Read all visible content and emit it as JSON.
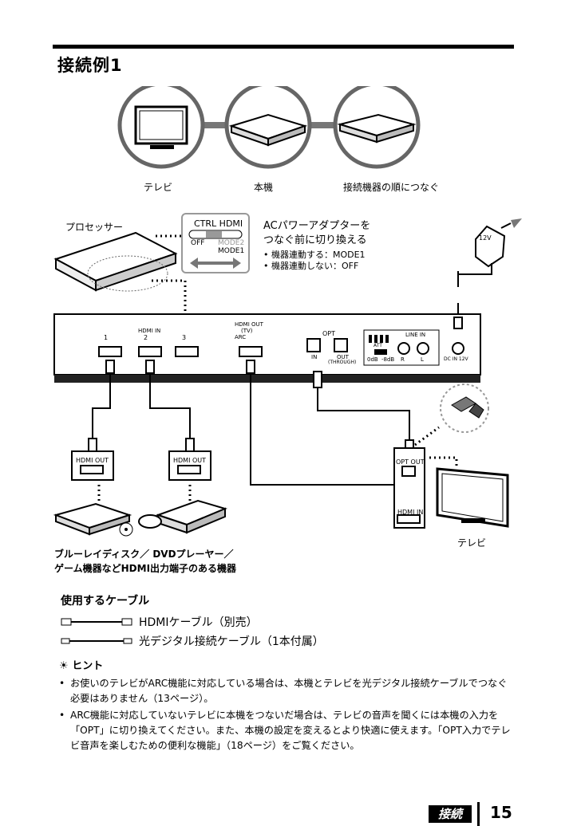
{
  "heading": "接続例1",
  "top_diagram": {
    "labels": [
      "テレビ",
      "本機",
      "接続機器の順につなぐ"
    ]
  },
  "processor_label": "プロセッサー",
  "switch": {
    "title": "CTRL HDMI",
    "off": "OFF",
    "mode2": "MODE2",
    "mode1": "MODE1"
  },
  "ac_note": {
    "line1": "ACパワーアダプターを",
    "line2": "つなぐ前に切り換える",
    "bullet1": "• 機器連動する：MODE1",
    "bullet2": "• 機器連動しない：OFF"
  },
  "panel": {
    "hdmi_in": "HDMI IN",
    "port1": "1",
    "port2": "2",
    "port3": "3",
    "hdmi_out": "HDMI OUT",
    "tv": "(TV)",
    "arc": "ARC",
    "opt": "OPT",
    "in": "IN",
    "out": "OUT",
    "through": "(THROUGH)",
    "att": "ATT",
    "att_0": "0dB",
    "att_8": "-8dB",
    "line_in": "LINE IN",
    "r": "R",
    "l": "L",
    "dc_in": "DC IN 12V",
    "adapter": "12V"
  },
  "devices": {
    "hdmi_out_a": "HDMI OUT",
    "hdmi_out_b": "HDMI OUT",
    "opt_out": "OPT OUT",
    "tv_hdmi_in": "HDMI IN",
    "tv_label": "テレビ"
  },
  "source_caption": {
    "line1": "ブルーレイディスク／ DVDプレーヤー／",
    "line2": "ゲーム機器などHDMI出力端子のある機器"
  },
  "cables": {
    "title": "使用するケーブル",
    "hdmi": "HDMIケーブル（別売）",
    "optical": "光デジタル接続ケーブル（1本付属）"
  },
  "hint": {
    "title": "ヒント",
    "items": [
      "お使いのテレビがARC機能に対応している場合は、本機とテレビを光デジタル接続ケーブルでつなぐ必要はありません（13ページ）。",
      "ARC機能に対応していないテレビに本機をつないだ場合は、テレビの音声を聞くには本機の入力を「OPT」に切り換えてください。また、本機の設定を変えるとより快適に使えます。「OPT入力でテレビ音声を楽しむための便利な機能」（18ページ）をご覧ください。"
    ]
  },
  "footer": {
    "section": "接続",
    "page": "15"
  }
}
